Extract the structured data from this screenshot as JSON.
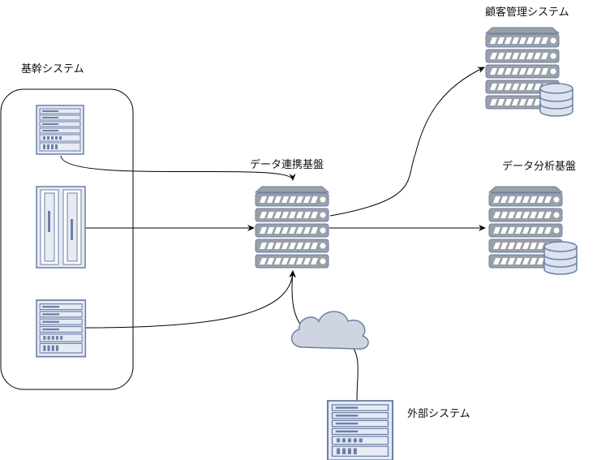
{
  "labels": {
    "core_systems": "基幹システム",
    "data_integration": "データ連携基盤",
    "crm": "顧客管理システム",
    "analytics": "データ分析基盤",
    "external": "外部システム"
  },
  "colors": {
    "server_fill": "#e6ebf4",
    "server_stroke": "#6d7fa6",
    "server_body": "#9aa0a8",
    "server_stripe": "#ffffff",
    "cloud_fill": "#cfd5e0",
    "cloud_stroke": "#6d7fa6",
    "db_fill": "#dde3ee",
    "connector": "#000000",
    "group_border": "#000000"
  },
  "icons": {
    "rack_server": "rack-server-icon",
    "blade_server": "blade-server-icon",
    "server_stack": "server-stack-icon",
    "database": "database-icon",
    "cloud": "cloud-icon"
  }
}
